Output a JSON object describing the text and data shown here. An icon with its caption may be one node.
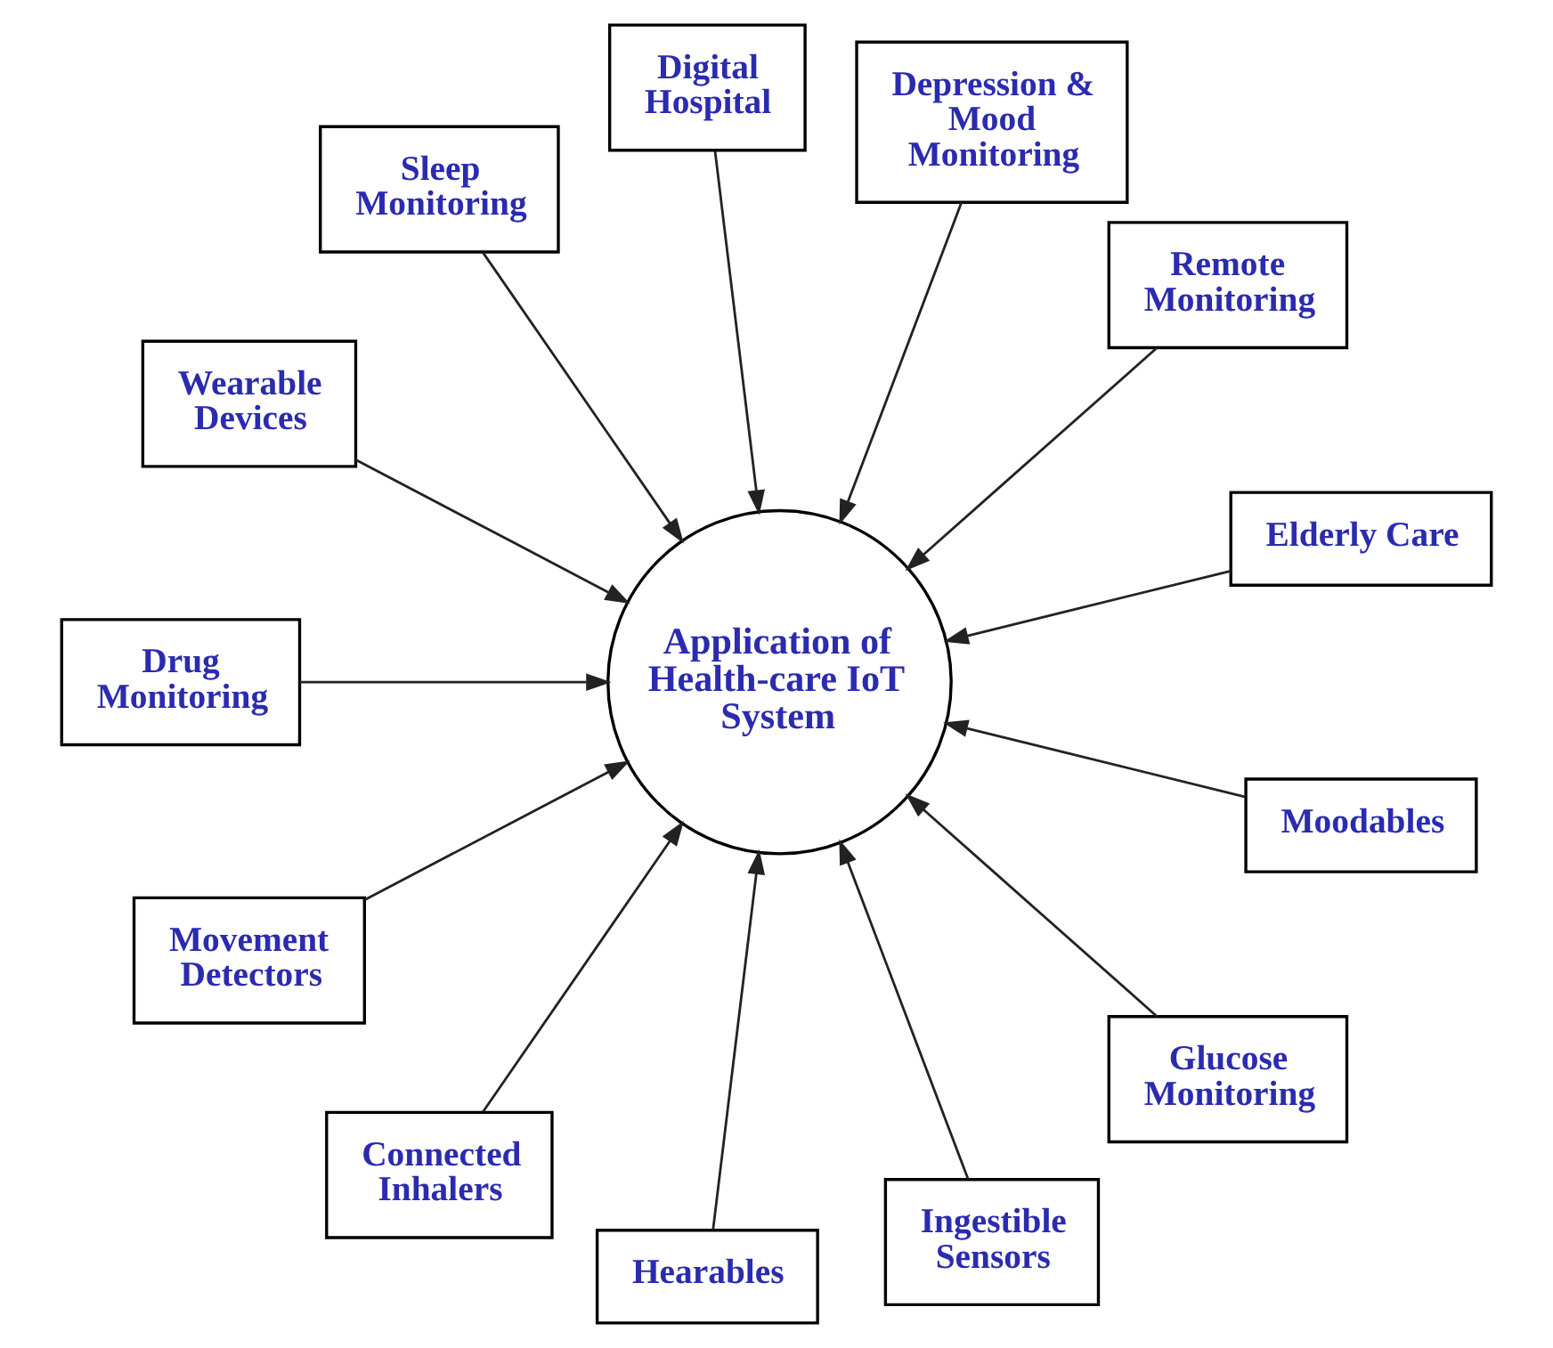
{
  "diagram": {
    "nodes": [
      {
        "text": [
          "Elderly Care"
        ]
      },
      {
        "text": [
          "Remote Monitoring"
        ]
      },
      {
        "text": [
          "Depression & Mood Monitoring"
        ]
      },
      {
        "text": [
          "Digital Hospital"
        ]
      },
      {
        "text": [
          "Sleep Monitoring"
        ]
      },
      {
        "text": [
          "Application of Health-care IoT System"
        ]
      },
      {
        "text": [
          "Wearable Devices"
        ]
      },
      {
        "text": [
          "Drug Monitoring"
        ]
      },
      {
        "text": [
          "Movement Detectors"
        ]
      },
      {
        "text": [
          "Connected Inhalers"
        ]
      },
      {
        "text": [
          "Hearables"
        ]
      },
      {
        "text": [
          "Ingestible Sensors"
        ]
      },
      {
        "text": [
          "Glucose Monitoring"
        ]
      },
      {
        "text": [
          "Moodables"
        ]
      }
    ],
    "edges": [
      {
        "from": 0,
        "to": 5,
        "arrow": "to"
      },
      {
        "from": 1,
        "to": 5,
        "arrow": "to"
      },
      {
        "from": 2,
        "to": 5,
        "arrow": "to"
      },
      {
        "from": 3,
        "to": 5,
        "arrow": "to"
      },
      {
        "from": 4,
        "to": 5,
        "arrow": "to"
      },
      {
        "from": 6,
        "to": 5,
        "arrow": "to"
      },
      {
        "from": 7,
        "to": 5,
        "arrow": "to"
      },
      {
        "from": 8,
        "to": 5,
        "arrow": "to"
      },
      {
        "from": 9,
        "to": 5,
        "arrow": "to"
      },
      {
        "from": 10,
        "to": 5,
        "arrow": "to"
      },
      {
        "from": 11,
        "to": 5,
        "arrow": "to"
      },
      {
        "from": 12,
        "to": 5,
        "arrow": "to"
      },
      {
        "from": 13,
        "to": 5,
        "arrow": "to"
      }
    ]
  }
}
